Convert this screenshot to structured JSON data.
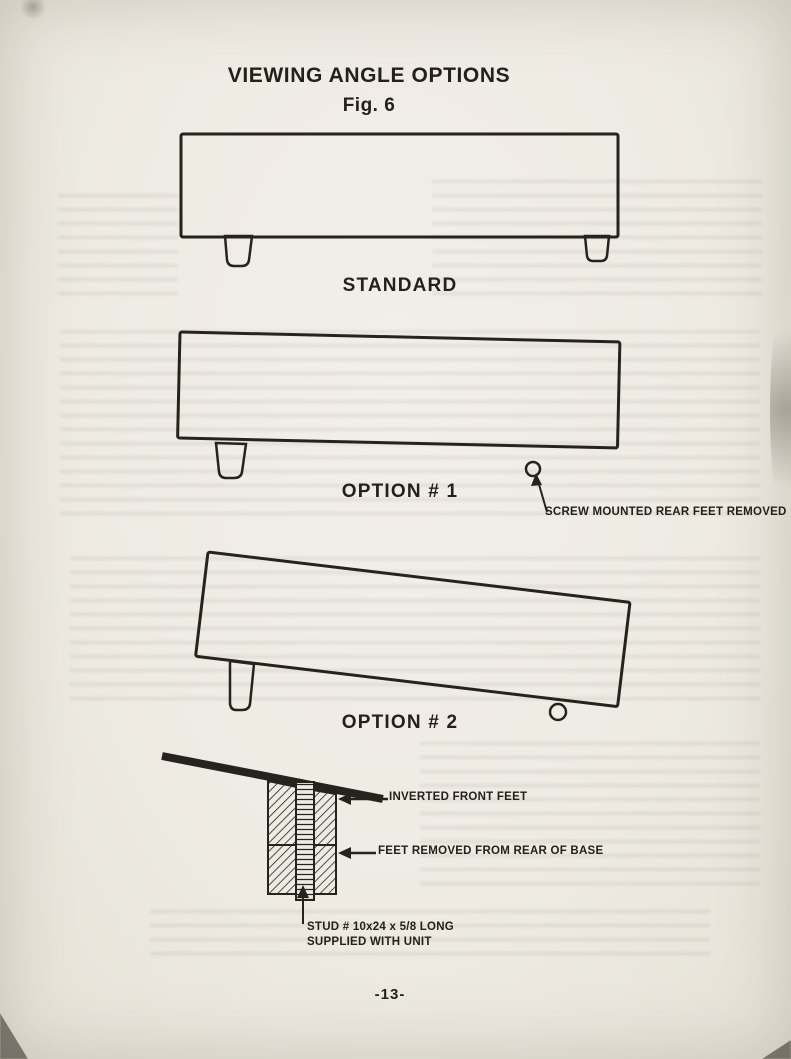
{
  "document": {
    "title": "VIEWING ANGLE OPTIONS",
    "figure_label": "Fig. 6",
    "page_number": "-13-"
  },
  "figure": {
    "standard": {
      "label": "STANDARD"
    },
    "option_1": {
      "label": "OPTION # 1",
      "callout_rear_feet": "SCREW MOUNTED REAR FEET REMOVED"
    },
    "option_2": {
      "label": "OPTION # 2"
    },
    "mounting_detail": {
      "callout_inverted_feet": "INVERTED FRONT FEET",
      "callout_feet_removed": "FEET REMOVED FROM REAR OF BASE",
      "callout_stud_line_1": "STUD # 10x24 x 5/8 LONG",
      "callout_stud_line_2": "SUPPLIED WITH UNIT"
    }
  },
  "colors": {
    "ink": "#26231e",
    "paper": "#eeebe3"
  }
}
